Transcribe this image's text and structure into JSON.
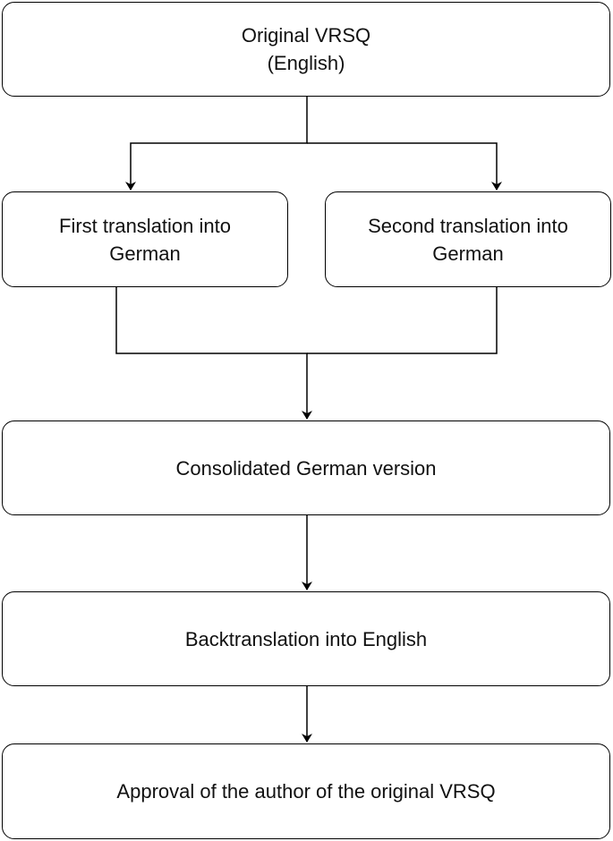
{
  "diagram": {
    "nodes": [
      {
        "id": "original",
        "lines": [
          "Original VRSQ",
          "(English)"
        ]
      },
      {
        "id": "first",
        "lines": [
          "First translation into",
          "German"
        ]
      },
      {
        "id": "second",
        "lines": [
          "Second translation into",
          "German"
        ]
      },
      {
        "id": "consolidated",
        "lines": [
          "Consolidated German version"
        ]
      },
      {
        "id": "back",
        "lines": [
          "Backtranslation into English"
        ]
      },
      {
        "id": "approval",
        "lines": [
          "Approval of the author of the original VRSQ"
        ]
      }
    ],
    "edges": [
      {
        "from": "original",
        "to": "first"
      },
      {
        "from": "original",
        "to": "second"
      },
      {
        "from": "first",
        "to": "consolidated"
      },
      {
        "from": "second",
        "to": "consolidated"
      },
      {
        "from": "consolidated",
        "to": "back"
      },
      {
        "from": "back",
        "to": "approval"
      }
    ]
  }
}
